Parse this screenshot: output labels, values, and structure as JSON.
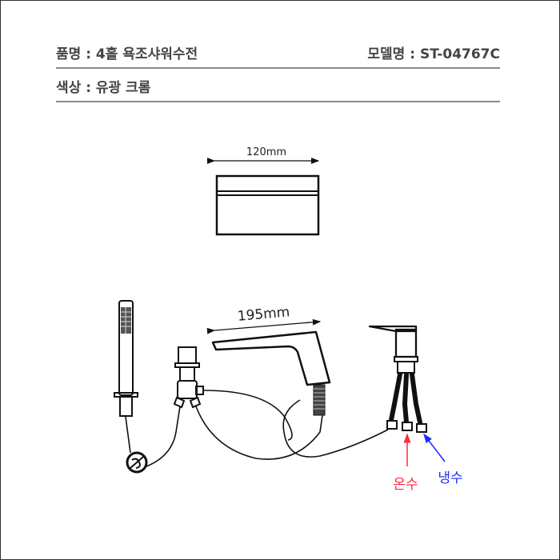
{
  "header": {
    "product_label": "품명 : ",
    "product_value": "4홀 욕조샤워수전",
    "model_label": "모델명 : ",
    "model_value": "ST-04767C",
    "color_label": "색상 : ",
    "color_value": "유광 크롬"
  },
  "diagram": {
    "handle_width": "120mm",
    "spout_length": "195mm",
    "hot_water_label": "온수",
    "cold_water_label": "냉수",
    "colors": {
      "line": "#111111",
      "hot": "#ff2a3a",
      "cold": "#1a2cff",
      "separator": "#8a8a8a",
      "text": "#444444"
    }
  }
}
